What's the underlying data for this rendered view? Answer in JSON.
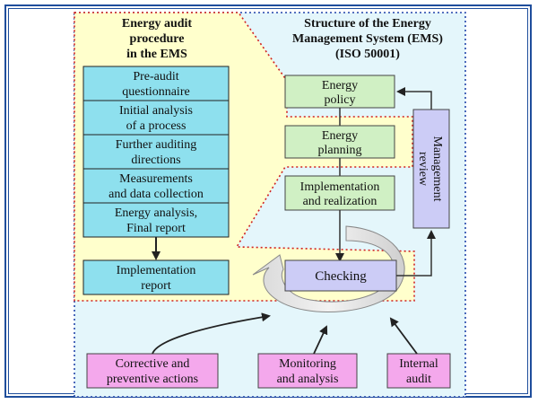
{
  "left_title": [
    "Energy audit",
    "procedure",
    "in the EMS"
  ],
  "right_title": [
    "Structure of the Energy",
    "Management System (EMS)",
    "(ISO 50001)"
  ],
  "audit_steps": [
    [
      "Pre-audit",
      "questionnaire"
    ],
    [
      "Initial analysis",
      "of a process"
    ],
    [
      "Further auditing",
      "directions"
    ],
    [
      "Measurements",
      "and data collection"
    ],
    [
      "Energy analysis,",
      "Final report"
    ]
  ],
  "implementation_report": [
    "Implementation",
    "report"
  ],
  "ems_steps": {
    "policy": [
      "Energy",
      "policy"
    ],
    "planning": [
      "Energy",
      "planning"
    ],
    "implementation": [
      "Implementation",
      "and realization"
    ],
    "checking": [
      "Checking"
    ]
  },
  "management_review": [
    "Management",
    "review"
  ],
  "bottom_boxes": {
    "corrective": [
      "Corrective and",
      "preventive actions"
    ],
    "monitoring": [
      "Monitoring",
      "and analysis"
    ],
    "internal": [
      "Internal",
      "audit"
    ]
  },
  "colors": {
    "frame": "#1f4e9c",
    "left_bg": "#ffffcc",
    "right_bg": "#e4f6fb",
    "cyan_box": "#8ee0ee",
    "green_box": "#d0f0c4",
    "lavender_box": "#ccccf6",
    "pink_box": "#f4a8ec",
    "red_dots": "#d02020",
    "blue_dots": "#2244aa"
  }
}
